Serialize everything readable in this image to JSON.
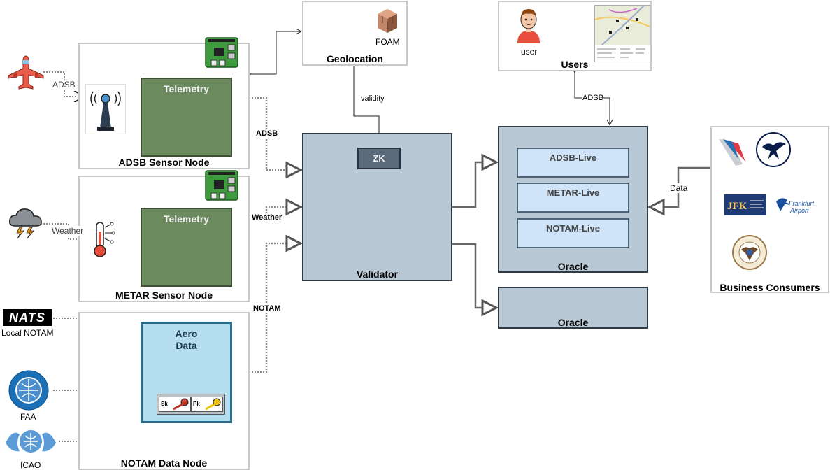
{
  "sensors": {
    "adsb": {
      "node_title": "ADSB Sensor Node",
      "telemetry_label": "Telemetry",
      "input_label": "ADSB"
    },
    "metar": {
      "node_title": "METAR Sensor Node",
      "telemetry_label": "Telemetry",
      "input_label": "Weather"
    },
    "notam": {
      "node_title": "NOTAM Data Node",
      "data_label_line1": "Aero",
      "data_label_line2": "Data",
      "sk_label": "Sk",
      "pk_label": "Pk"
    }
  },
  "sources": {
    "local_notam": "Local NOTAM",
    "faa": "FAA",
    "icao": "ICAO",
    "nats_logo": "NATS"
  },
  "links": {
    "adsb": "ADSB",
    "weather": "Weather",
    "notam": "NOTAM",
    "validity": "validity",
    "users_adsb": "ADSB",
    "data": "Data"
  },
  "geolocation": {
    "title": "Geolocation",
    "foam_label": "FOAM"
  },
  "users": {
    "title": "Users",
    "user_label": "user"
  },
  "validator": {
    "title": "Validator",
    "zk_label": "ZK"
  },
  "oracle_main": {
    "title": "Oracle",
    "feeds": [
      "ADSB-Live",
      "METAR-Live",
      "NOTAM-Live"
    ]
  },
  "oracle_secondary": {
    "title": "Oracle"
  },
  "business": {
    "title": "Business Consumers"
  },
  "colors": {
    "telemetry_fill": "#6b8a5e",
    "validator_fill": "#b8c8d4",
    "feed_fill": "#cfe4f9",
    "aero_fill": "#b4def0"
  },
  "icons": [
    "airplane-icon",
    "antenna-icon",
    "raspberry-pi-icon",
    "storm-cloud-icon",
    "thermometer-icon",
    "foam-logo-icon",
    "user-avatar-icon",
    "map-screenshot-icon",
    "key-icon",
    "faa-logo-icon",
    "icao-logo-icon",
    "american-airlines-logo-icon",
    "lufthansa-logo-icon",
    "jfk-logo-icon",
    "frankfurt-airport-logo-icon",
    "ntsb-seal-icon"
  ]
}
